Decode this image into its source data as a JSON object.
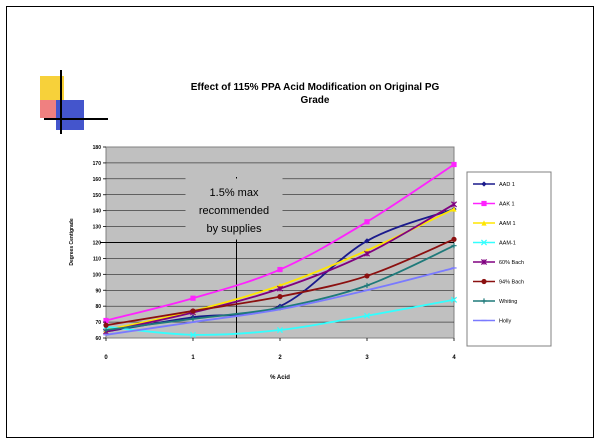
{
  "slide": {
    "colors": {
      "border": "#000000",
      "square_yellow": "#f7d13a",
      "square_blue": "#4455cc",
      "square_red": "#e04040"
    }
  },
  "chart_data": {
    "type": "line",
    "title": "Effect of 115% PPA Acid Modification on Original PG Grade",
    "title_lines": [
      "Effect of 115% PPA Acid Modification on Original PG",
      "Grade"
    ],
    "xlabel": "% Acid",
    "ylabel": "Degrees Centigrade",
    "x": [
      0,
      1,
      2,
      3,
      4
    ],
    "xlim": [
      0,
      4
    ],
    "ylim": [
      60,
      180
    ],
    "yticks": [
      60,
      70,
      80,
      90,
      100,
      110,
      120,
      130,
      140,
      150,
      160,
      170,
      180
    ],
    "ytick_labels": [
      "60",
      "70",
      "80",
      "90",
      "100",
      "110",
      "120",
      "130",
      "140",
      "150",
      "160",
      "170",
      "180"
    ],
    "xtick_labels": [
      "0",
      "1",
      "2",
      "3",
      "4"
    ],
    "grid": true,
    "plot_bg": "#c0c0c0",
    "legend_position": "right",
    "reference_line": {
      "y": 120,
      "x": 1.5
    },
    "annotation": {
      "lines": [
        "1.5% max",
        "recommended",
        "by supplies"
      ],
      "x": 1.5,
      "y": 144
    },
    "series": [
      {
        "name": "AAD 1",
        "color": "#1a1a8c",
        "marker": "diamond",
        "values": [
          64,
          73,
          80,
          121,
          141
        ]
      },
      {
        "name": "AAK 1",
        "color": "#ff22ff",
        "marker": "square",
        "values": [
          71,
          85,
          103,
          133,
          169
        ]
      },
      {
        "name": "AAM 1",
        "color": "#ffe600",
        "marker": "triangle",
        "values": [
          65,
          77,
          93,
          115,
          141
        ]
      },
      {
        "name": "AAM-1",
        "color": "#33ffff",
        "marker": "x",
        "values": [
          67,
          62,
          65,
          74,
          84
        ]
      },
      {
        "name": "60% Bach",
        "color": "#800080",
        "marker": "star",
        "values": [
          64,
          76,
          91,
          113,
          144
        ]
      },
      {
        "name": "94% Bach",
        "color": "#8b1010",
        "marker": "circle",
        "values": [
          68,
          77,
          86,
          99,
          122
        ]
      },
      {
        "name": "Whiting",
        "color": "#1f7a7a",
        "marker": "plus",
        "values": [
          65,
          72,
          79,
          93,
          118
        ]
      },
      {
        "name": "Holly",
        "color": "#7a7aff",
        "marker": "dash",
        "values": [
          62,
          70,
          78,
          90,
          104
        ]
      }
    ]
  }
}
